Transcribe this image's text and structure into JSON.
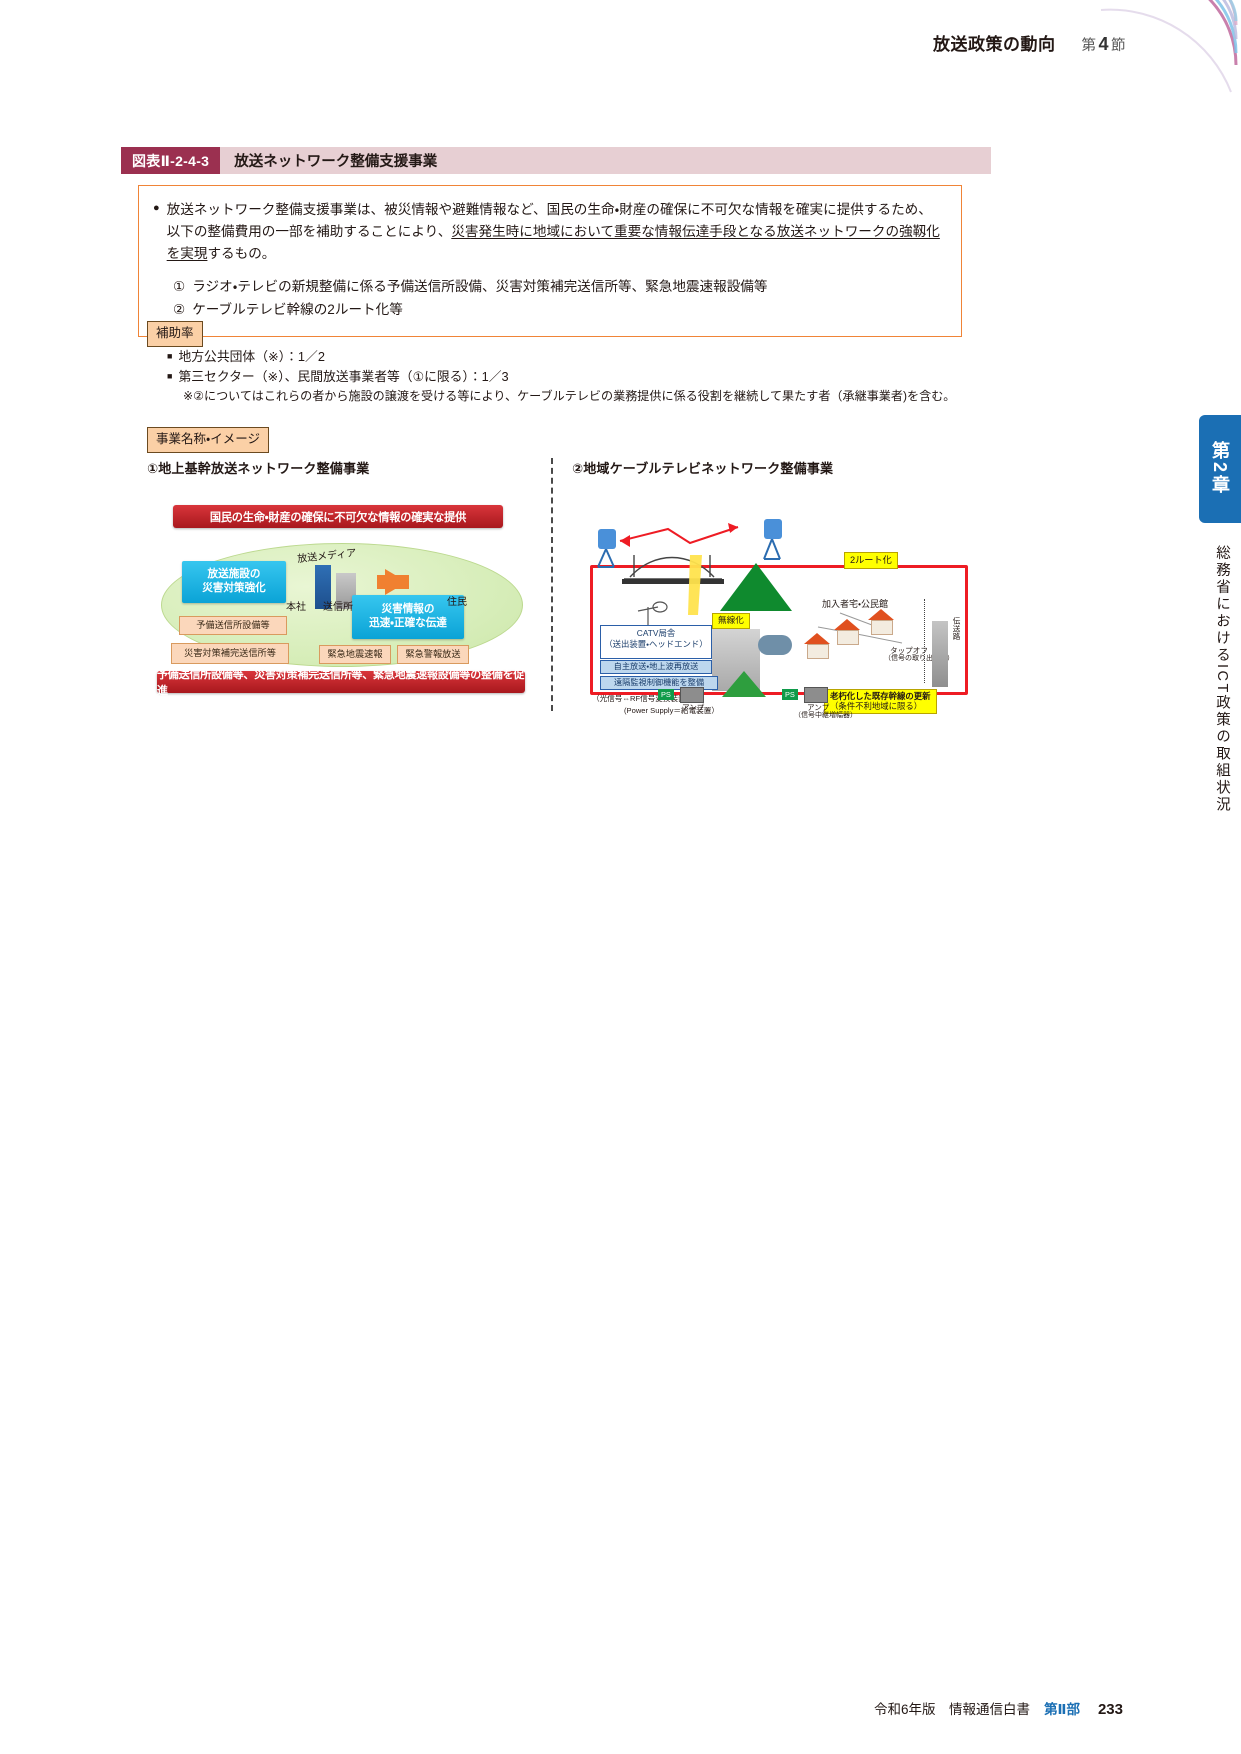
{
  "header": {
    "title": "放送政策の動向",
    "section_label_prefix": "第",
    "section_number": "4",
    "section_label_suffix": "節"
  },
  "figure": {
    "tag": "図表Ⅱ-2-4-3",
    "title": "放送ネットワーク整備支援事業"
  },
  "summary": {
    "bullet_glyph": "●",
    "lead_part1": "放送ネットワーク整備支援事業は、被災情報や避難情報など、国民の生命・財産の確保に不可欠な情報を確実に提供するため、以下の整備費用の一部を補助することにより、",
    "lead_underlined": "災害発生時に地域において重要な情報伝達手段となる放送ネットワークの強靱化を実現",
    "lead_part2": "するもの。",
    "items": [
      {
        "num": "①",
        "text": "ラジオ・テレビの新規整備に係る予備送信所設備、災害対策補完送信所等、緊急地震速報設備等"
      },
      {
        "num": "②",
        "text": "ケーブルテレビ幹線の2ルート化等"
      }
    ]
  },
  "subsidy": {
    "chip_label": "補助率",
    "bullet_glyph": "■",
    "rows": [
      "地方公共団体（※）：1／2",
      "第三セクター（※）、民間放送事業者等（①に限る）：1／3"
    ],
    "note": "※②についてはこれらの者から施設の譲渡を受ける等により、ケーブルテレビの業務提供に係る役割を継続して果たす者（承継事業者)を含む。"
  },
  "project": {
    "chip_label": "事業名称・イメージ",
    "left": {
      "heading": "①地上基幹放送ネットワーク整備事業",
      "banner_top": "国民の生命・財産の確保に不可欠な情報の確実な提供",
      "banner_bottom": "予備送信所設備等、災害対策補完送信所等、緊急地震速報設備等の整備を促進",
      "cyan_box_1": "放送施設の\n災害対策強化",
      "cyan_box_1_line1": "放送施設の",
      "cyan_box_1_line2": "災害対策強化",
      "cyan_box_2_line1": "災害情報の",
      "cyan_box_2_line2": "迅速・正確な伝達",
      "peach_1": "予備送信所設備等",
      "peach_2": "災害対策補完送信所等",
      "peach_3": "緊急地震速報",
      "peach_4": "緊急警報放送",
      "media_label": "放送メディア",
      "label_honsha": "本社",
      "label_soshinsho": "送信所",
      "label_jumin": "住民"
    },
    "right": {
      "heading": "②地域ケーブルテレビネットワーク整備事業",
      "tag_route": "2ルート化",
      "tag_wireless": "無線化",
      "tag_old_bold": "老朽化した既存幹線の更新",
      "tag_old_sub": "（条件不利地域に限る）",
      "catv_line1": "CATV局舎",
      "catv_line2": "（送出装置・ヘッドエンド）",
      "box_jishu": "自主放送・地上波再放送",
      "box_enkaku": "遠隔監視制御機能を整備",
      "note_optic": "（光信号⇔RF信号変換装置）",
      "note_ps_abbr": "PS",
      "note_ps_full": "(Power Supply＝給電装置）",
      "label_subscriber": "加入者宅・公民館",
      "label_tapoff": "タップオフ",
      "label_tapoff_sub": "（信号の取り出し口）",
      "label_amp": "アンプ",
      "label_amp_sub": "（信号中継増幅器）",
      "label_vertical": "伝送路"
    }
  },
  "side": {
    "chapter_tab": "第2章",
    "vertical_text": "総務省におけるICT政策の取組状況"
  },
  "footer": {
    "edition": "令和6年版　情報通信白書",
    "part": "第Ⅱ部",
    "page_number": "233"
  },
  "colors": {
    "figure_tag_bg": "#9b3050",
    "figure_bar_bg": "#e7cfd3",
    "summary_border": "#f08437",
    "chip_bg": "#fbd0a6",
    "chapter_tab_bg": "#1b6fb4",
    "banner_red": "#c0272d",
    "accent_yellow": "#ffff00",
    "loop_red": "#ee1c24"
  }
}
